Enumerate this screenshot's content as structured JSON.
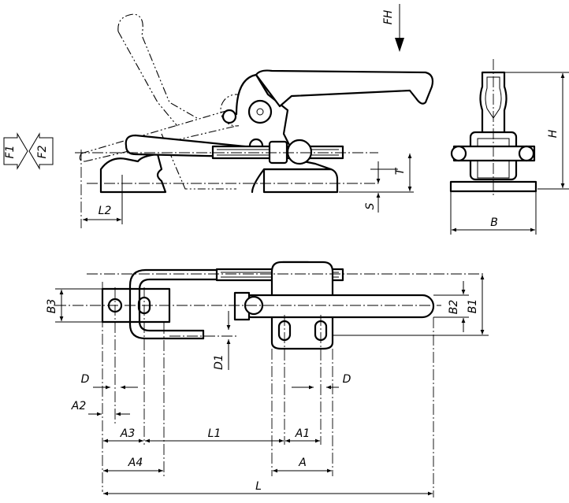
{
  "force_labels": {
    "fh": "FH",
    "f1": "F1",
    "f2": "F2"
  },
  "side_view": {
    "L2": "L2",
    "S": "S",
    "T": "T"
  },
  "end_view": {
    "B": "B",
    "H": "H"
  },
  "top_view": {
    "B1": "B1",
    "B2": "B2",
    "B3": "B3",
    "D1": "D1",
    "D_left": "D",
    "D_right": "D",
    "A2": "A2",
    "A3": "A3",
    "L1": "L1",
    "A1": "A1",
    "A4": "A4",
    "A": "A",
    "L": "L"
  }
}
